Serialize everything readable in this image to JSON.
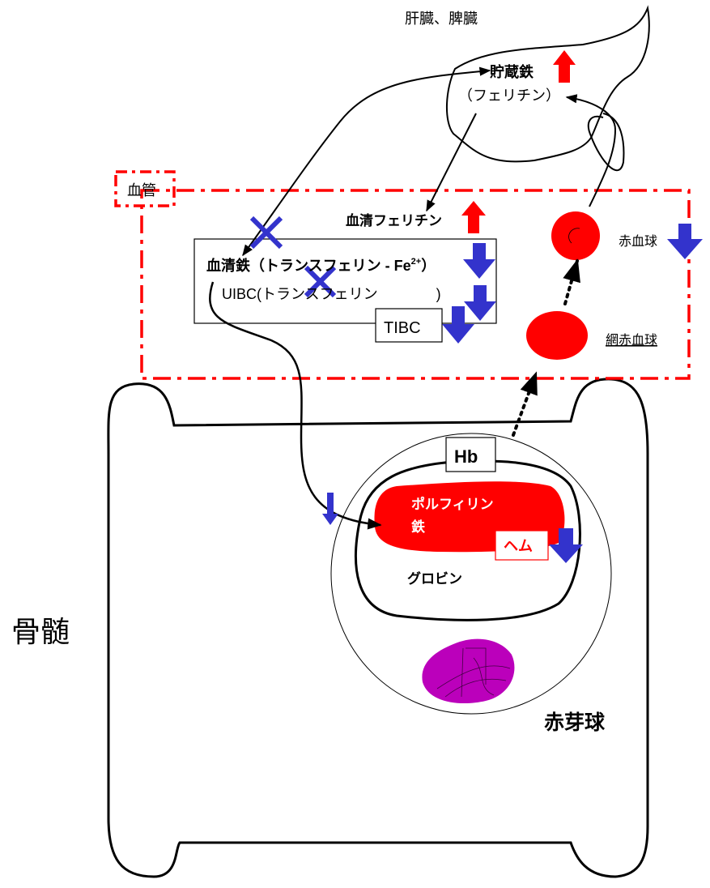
{
  "labels": {
    "organ": "肝臓、脾臓",
    "storage_iron": "貯蔵鉄",
    "ferritin": "（フェリチン）",
    "vessel": "血管",
    "serum_ferritin": "血清フェリチン",
    "serum_iron_main": "血清鉄（トランスフェリン - Fe",
    "serum_iron_sup": "2+",
    "serum_iron_close": "）",
    "uibc": "UIBC(トランスフェリン　　　　)",
    "tibc": "TIBC",
    "rbc": "赤血球",
    "reticulocyte": "網赤血球",
    "hb": "Hb",
    "porphyrin": "ポルフィリン",
    "iron": "鉄",
    "heme": "ヘム",
    "globin": "グロビン",
    "bone_marrow": "骨髄",
    "erythroblast": "赤芽球"
  },
  "colors": {
    "up_arrow": "#ff0000",
    "down_arrow": "#3333cc",
    "block_x": "#3333cc",
    "vessel_border": "#ff0000",
    "cell_red": "#ff0000",
    "nucleus": "#bb00bb",
    "line": "#000000"
  },
  "indicators": {
    "storage_iron": "up",
    "serum_ferritin": "up",
    "serum_iron": "down",
    "uibc": "down",
    "tibc": "down",
    "rbc": "down",
    "heme": "down",
    "marrow_iron_supply": "down"
  }
}
